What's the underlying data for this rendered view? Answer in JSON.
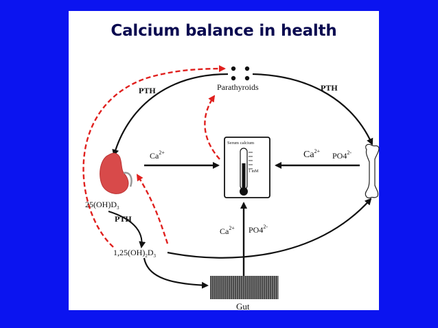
{
  "title": "Calcium balance in health",
  "labels": {
    "parathyroids": "Parathyroids",
    "pth_left": "PTH",
    "pth_right": "PTH",
    "pth_lower": "PTH",
    "ca_left": "Ca",
    "ca_left_sup": "2+",
    "ca_right": "Ca",
    "ca_right_sup": "2+",
    "po4_right": "PO4",
    "po4_right_sup": "2-",
    "ca_gut": "Ca",
    "ca_gut_sup": "2+",
    "po4_gut": "PO4",
    "po4_gut_sup": "2-",
    "hydroxy_d": "25(OH)D",
    "hydroxy_d_sub": "3",
    "dihydroxy_d": "1,25(OH)",
    "dihydroxy_d_sub1": "2",
    "dihydroxy_d_mid": "D",
    "dihydroxy_d_sub2": "3",
    "gut": "Gut",
    "serum_calcium": "Serum calcium",
    "thermo_scale": "1 mM"
  },
  "colors": {
    "background": "#0b14f0",
    "slide": "#ffffff",
    "title": "#0a0a50",
    "feedback": "#e0201e",
    "kidney": "#d84a4a",
    "arrow": "#111111"
  },
  "icons": [
    "kidney-icon",
    "bone-icon",
    "thermometer-icon",
    "gut-villi-icon",
    "parathyroid-glands-icon"
  ]
}
